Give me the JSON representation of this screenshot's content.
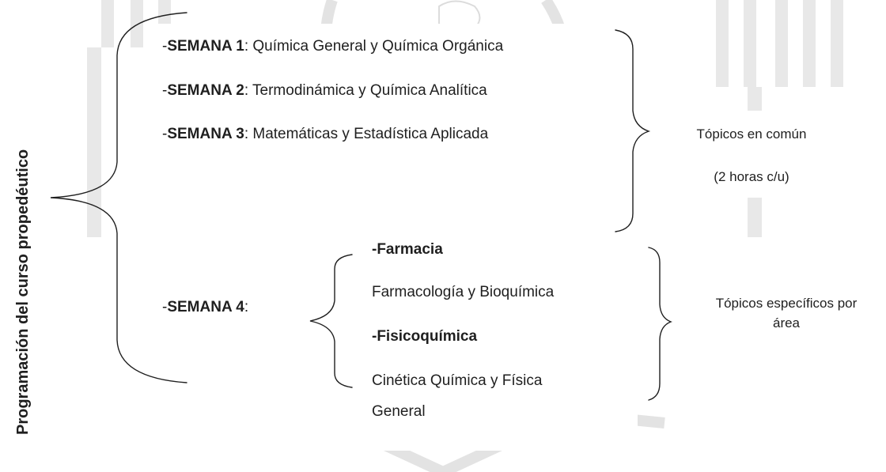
{
  "vertical_title": "Programación del curso propedéutico",
  "weeks_common": [
    {
      "prefix": "-",
      "label": "SEMANA 1",
      "topic": ": Química General y Química Orgánica"
    },
    {
      "prefix": "-",
      "label": "SEMANA 2",
      "topic": ": Termodinámica y Química Analítica"
    },
    {
      "prefix": "-",
      "label": "SEMANA 3",
      "topic": ": Matemáticas y Estadística Aplicada"
    }
  ],
  "week4": {
    "prefix": "-",
    "label": "SEMANA 4",
    "suffix": ":"
  },
  "areas": [
    {
      "name": "-Farmacia",
      "topics": "Farmacología y Bioquímica"
    },
    {
      "name": "-Fisicoquímica",
      "topics_line1": "Cinética Química y Física",
      "topics_line2": "General"
    }
  ],
  "common_note": {
    "line1": "Tópicos en común",
    "line2": "(2 horas c/u)"
  },
  "specific_note": {
    "line1": "Tópicos específicos por",
    "line2": "área"
  },
  "colors": {
    "watermark": "#e6e6e6",
    "bracket": "#1f1f1f",
    "text": "#1f1f1f"
  }
}
